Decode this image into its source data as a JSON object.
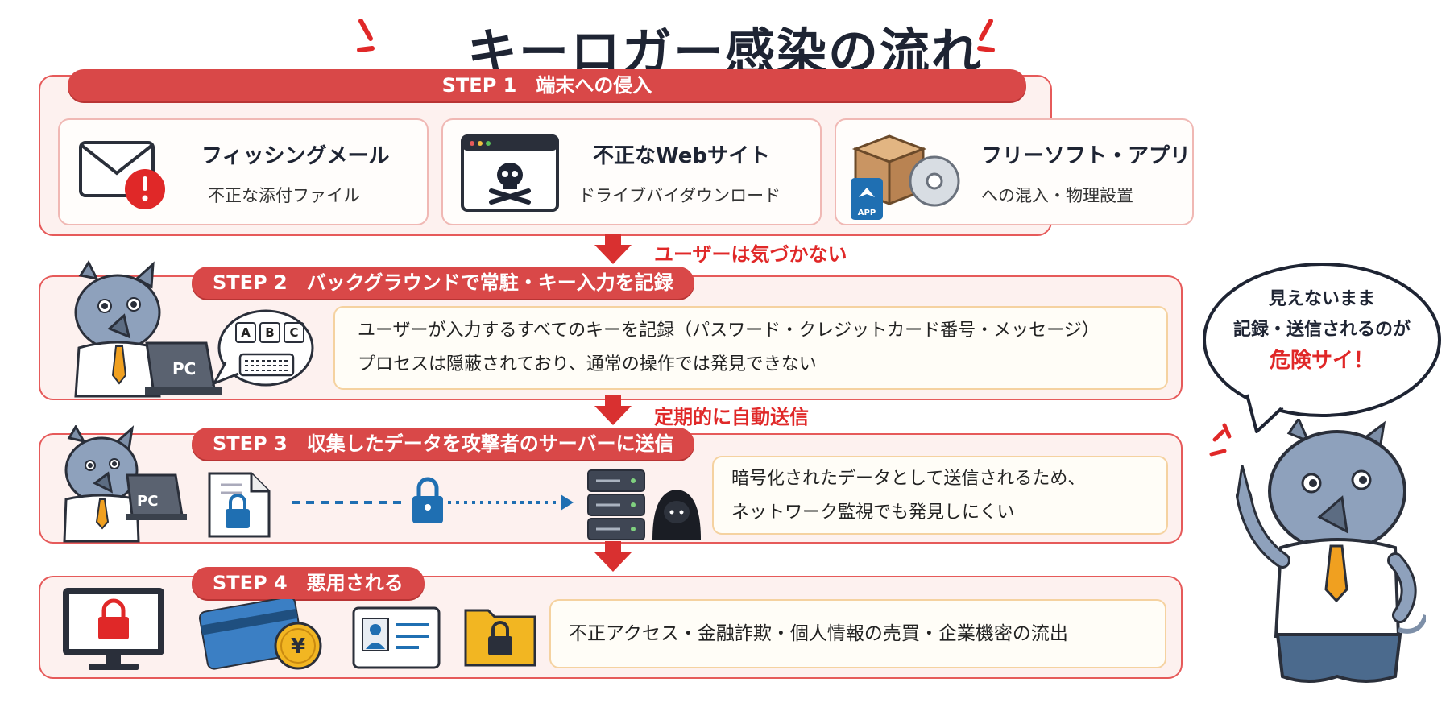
{
  "title": "キーロガー感染の流れ",
  "colors": {
    "accent": "#d94848",
    "border": "#e65a5a",
    "alert": "#e02828",
    "panel_bg": "#fdf1ef",
    "lock_blue": "#1f6fb2"
  },
  "step1": {
    "label": "STEP 1　端末への侵入",
    "cards": [
      {
        "title": "フィッシングメール",
        "sub": "不正な添付ファイル",
        "icon": "envelope-warning-icon"
      },
      {
        "title": "不正なWebサイト",
        "sub": "ドライブバイダウンロード",
        "icon": "skull-browser-icon"
      },
      {
        "title": "フリーソフト・アプリ",
        "sub": "への混入・物理設置",
        "icon": "package-disc-app-icon",
        "icon_text": "APP"
      }
    ]
  },
  "arrow1": "ユーザーは気づかない",
  "step2": {
    "label": "STEP 2　バックグラウンドで常駐・キー入力を記録",
    "pc_label": "PC",
    "keys": [
      "A",
      "B",
      "C"
    ],
    "lines": [
      "ユーザーが入力するすべてのキーを記録（パスワード・クレジットカード番号・メッセージ）",
      "プロセスは隠蔽されており、通常の操作では発見できない"
    ]
  },
  "arrow2": "定期的に自動送信",
  "step3": {
    "label": "STEP 3　収集したデータを攻撃者のサーバーに送信",
    "pc_label": "PC",
    "lines": [
      "暗号化されたデータとして送信されるため、",
      "ネットワーク監視でも発見しにくい"
    ]
  },
  "step4": {
    "label": "STEP 4　悪用される",
    "text": "不正アクセス・金融詐欺・個人情報の売買・企業機密の流出",
    "coin_text": "¥"
  },
  "bubble": {
    "line1": "見えないまま",
    "line2": "記録・送信されるのが",
    "line3": "危険サイ！"
  }
}
